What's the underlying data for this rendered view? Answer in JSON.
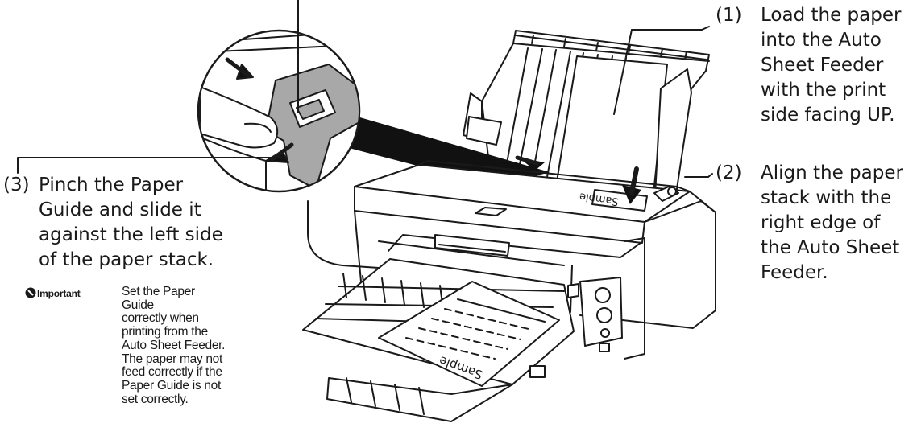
{
  "callouts": [
    {
      "number": "(1)",
      "lines": [
        "Load the paper",
        "into the Auto",
        "Sheet Feeder",
        "with the print",
        "side facing UP."
      ]
    },
    {
      "number": "(2)",
      "lines": [
        "Align the paper",
        "stack with the",
        "right edge of",
        "the Auto Sheet",
        "Feeder."
      ]
    },
    {
      "number": "(3)",
      "lines": [
        "Pinch the Paper",
        "Guide and slide it",
        "against the left side",
        "of the paper stack."
      ]
    }
  ],
  "important": {
    "badge": "Important",
    "lines": [
      "Set the Paper Guide",
      "correctly when",
      "printing from the",
      "Auto Sheet Feeder.",
      "The paper may not",
      "feed correctly if the",
      "Paper Guide is not",
      "set correctly."
    ]
  },
  "sample_labels": {
    "tray_label": "Sample",
    "feeder_label": "Sample"
  },
  "colors": {
    "ink": "#1a1a1a",
    "gray_part": "#a8a8a8",
    "body": "#ffffff"
  }
}
